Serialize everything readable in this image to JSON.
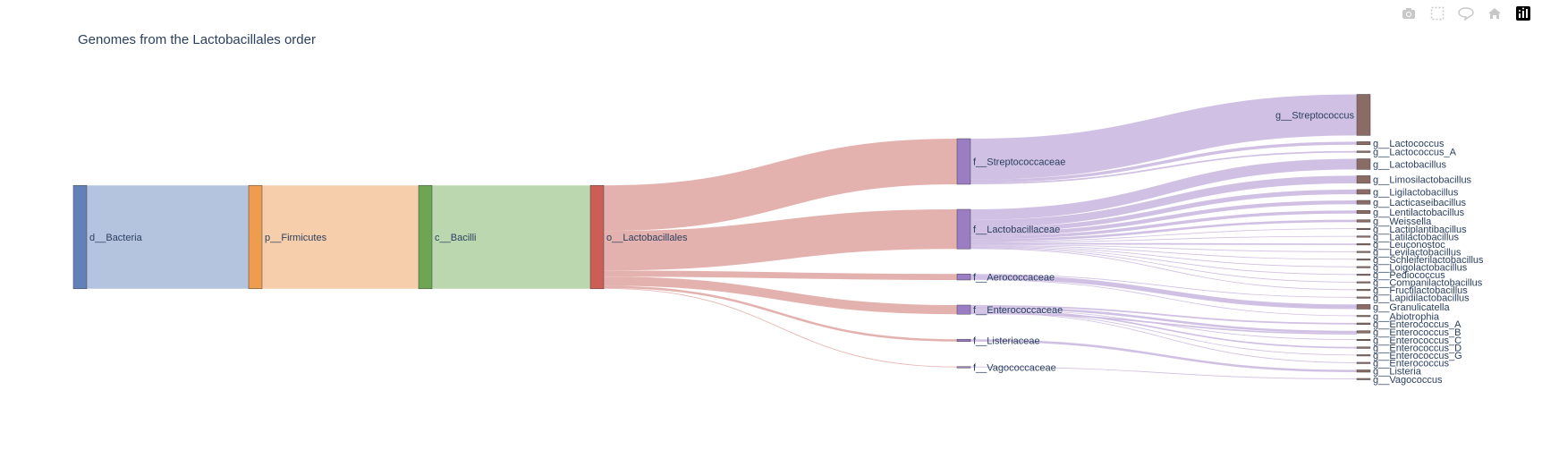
{
  "chart_data": {
    "type": "sankey",
    "title": "Genomes from the Lactobacillales order",
    "nodes": [
      {
        "id": "bacteria",
        "label": "d__Bacteria",
        "value": 136,
        "color": "#6181b8"
      },
      {
        "id": "firmicutes",
        "label": "p__Firmicutes",
        "value": 136,
        "color": "#ee9c4e"
      },
      {
        "id": "bacilli",
        "label": "c__Bacilli",
        "value": 136,
        "color": "#6da552"
      },
      {
        "id": "lactobacillales",
        "label": "o__Lactobacillales",
        "value": 136,
        "color": "#cd5e55"
      },
      {
        "id": "streptococcaceae",
        "label": "f__Streptococcaceae",
        "value": 60,
        "color": "#9b7dc4"
      },
      {
        "id": "lactobacillaceae",
        "label": "f__Lactobacillaceae",
        "value": 52,
        "color": "#9b7dc4"
      },
      {
        "id": "aerococcaceae",
        "label": "f__Aerococcaceae",
        "value": 8,
        "color": "#9b7dc4"
      },
      {
        "id": "enterococcaceae",
        "label": "f__Enterococcaceae",
        "value": 12,
        "color": "#9b7dc4"
      },
      {
        "id": "listeriaceae",
        "label": "f__Listeriaceae",
        "value": 3,
        "color": "#9b7dc4"
      },
      {
        "id": "vagococcaceae",
        "label": "f__Vagococcaceae",
        "value": 1,
        "color": "#9b7dc4"
      },
      {
        "id": "streptococcus",
        "label": "g__Streptococcus",
        "value": 54,
        "color": "#8b6b66"
      },
      {
        "id": "lactococcus",
        "label": "g__Lactococcus",
        "value": 4,
        "color": "#8b6b66"
      },
      {
        "id": "lactococcus_a",
        "label": "g__Lactococcus_A",
        "value": 2,
        "color": "#8b6b66"
      },
      {
        "id": "lactobacillus",
        "label": "g__Lactobacillus",
        "value": 14,
        "color": "#8b6b66"
      },
      {
        "id": "limosilactobacillus",
        "label": "g__Limosilactobacillus",
        "value": 10,
        "color": "#8b6b66"
      },
      {
        "id": "ligilactobacillus",
        "label": "g__Ligilactobacillus",
        "value": 6,
        "color": "#8b6b66"
      },
      {
        "id": "lacticaseibacillus",
        "label": "g__Lacticaseibacillus",
        "value": 5,
        "color": "#8b6b66"
      },
      {
        "id": "lentilactobacillus",
        "label": "g__Lentilactobacillus",
        "value": 4,
        "color": "#8b6b66"
      },
      {
        "id": "weissella",
        "label": "g__Weissella",
        "value": 3,
        "color": "#8b6b66"
      },
      {
        "id": "lactiplantibacillus",
        "label": "g__Lactiplantibacillus",
        "value": 1,
        "color": "#8b6b66"
      },
      {
        "id": "latilactobacillus",
        "label": "g__Latilactobacillus",
        "value": 1,
        "color": "#8b6b66"
      },
      {
        "id": "leuconostoc",
        "label": "g__Leuconostoc",
        "value": 2,
        "color": "#8b6b66"
      },
      {
        "id": "levilactobacillus",
        "label": "g__Levilactobacillus",
        "value": 1,
        "color": "#8b6b66"
      },
      {
        "id": "schleiferilactobacillus",
        "label": "g__Schleiferilactobacillus",
        "value": 1,
        "color": "#8b6b66"
      },
      {
        "id": "loigolactobacillus",
        "label": "g__Loigolactobacillus",
        "value": 1,
        "color": "#8b6b66"
      },
      {
        "id": "pediococcus",
        "label": "g__Pediococcus",
        "value": 1,
        "color": "#8b6b66"
      },
      {
        "id": "companilactobacillus",
        "label": "g__Companilactobacillus",
        "value": 1,
        "color": "#8b6b66"
      },
      {
        "id": "fructilactobacillus",
        "label": "g__Fructilactobacillus",
        "value": 1,
        "color": "#8b6b66"
      },
      {
        "id": "lapidilactobacillus",
        "label": "g__Lapidilactobacillus",
        "value": 1,
        "color": "#8b6b66"
      },
      {
        "id": "granulicatella",
        "label": "g__Granulicatella",
        "value": 6,
        "color": "#8b6b66"
      },
      {
        "id": "abiotrophia",
        "label": "g__Abiotrophia",
        "value": 1,
        "color": "#8b6b66"
      },
      {
        "id": "enterococcus_a",
        "label": "g__Enterococcus_A",
        "value": 2,
        "color": "#8b6b66"
      },
      {
        "id": "enterococcus_b",
        "label": "g__Enterococcus_B",
        "value": 3,
        "color": "#8b6b66"
      },
      {
        "id": "enterococcus_c",
        "label": "g__Enterococcus_C",
        "value": 1,
        "color": "#8b6b66"
      },
      {
        "id": "enterococcus_d",
        "label": "g__Enterococcus_D",
        "value": 2,
        "color": "#8b6b66"
      },
      {
        "id": "enterococcus_g",
        "label": "g__Enterococcus_G",
        "value": 1,
        "color": "#8b6b66"
      },
      {
        "id": "enterococcus",
        "label": "g__Enterococcus",
        "value": 1,
        "color": "#8b6b66"
      },
      {
        "id": "listeria",
        "label": "g__Listeria",
        "value": 3,
        "color": "#8b6b66"
      },
      {
        "id": "vagococcus",
        "label": "g__Vagococcus",
        "value": 1,
        "color": "#8b6b66"
      }
    ],
    "links": [
      {
        "source": "bacteria",
        "target": "firmicutes",
        "value": 136,
        "color": "#b0c1dd"
      },
      {
        "source": "firmicutes",
        "target": "bacilli",
        "value": 136,
        "color": "#f6cba6"
      },
      {
        "source": "bacilli",
        "target": "lactobacillales",
        "value": 136,
        "color": "#b6d5ab"
      },
      {
        "source": "lactobacillales",
        "target": "streptococcaceae",
        "value": 60,
        "color": "#e3aeaa"
      },
      {
        "source": "lactobacillales",
        "target": "lactobacillaceae",
        "value": 52,
        "color": "#e3aeaa"
      },
      {
        "source": "lactobacillales",
        "target": "aerococcaceae",
        "value": 8,
        "color": "#e3aeaa"
      },
      {
        "source": "lactobacillales",
        "target": "enterococcaceae",
        "value": 12,
        "color": "#e3aeaa"
      },
      {
        "source": "lactobacillales",
        "target": "listeriaceae",
        "value": 3,
        "color": "#e3aeaa"
      },
      {
        "source": "lactobacillales",
        "target": "vagococcaceae",
        "value": 1,
        "color": "#e3aeaa"
      },
      {
        "source": "streptococcaceae",
        "target": "streptococcus",
        "value": 54,
        "color": "#cdbde2"
      },
      {
        "source": "streptococcaceae",
        "target": "lactococcus",
        "value": 4,
        "color": "#cdbde2"
      },
      {
        "source": "streptococcaceae",
        "target": "lactococcus_a",
        "value": 2,
        "color": "#cdbde2"
      },
      {
        "source": "lactobacillaceae",
        "target": "lactobacillus",
        "value": 14,
        "color": "#cdbde2"
      },
      {
        "source": "lactobacillaceae",
        "target": "limosilactobacillus",
        "value": 10,
        "color": "#cdbde2"
      },
      {
        "source": "lactobacillaceae",
        "target": "ligilactobacillus",
        "value": 6,
        "color": "#cdbde2"
      },
      {
        "source": "lactobacillaceae",
        "target": "lacticaseibacillus",
        "value": 5,
        "color": "#cdbde2"
      },
      {
        "source": "lactobacillaceae",
        "target": "lentilactobacillus",
        "value": 4,
        "color": "#cdbde2"
      },
      {
        "source": "lactobacillaceae",
        "target": "weissella",
        "value": 3,
        "color": "#cdbde2"
      },
      {
        "source": "lactobacillaceae",
        "target": "lactiplantibacillus",
        "value": 1,
        "color": "#cdbde2"
      },
      {
        "source": "lactobacillaceae",
        "target": "latilactobacillus",
        "value": 1,
        "color": "#cdbde2"
      },
      {
        "source": "lactobacillaceae",
        "target": "leuconostoc",
        "value": 2,
        "color": "#cdbde2"
      },
      {
        "source": "lactobacillaceae",
        "target": "levilactobacillus",
        "value": 1,
        "color": "#cdbde2"
      },
      {
        "source": "lactobacillaceae",
        "target": "schleiferilactobacillus",
        "value": 1,
        "color": "#cdbde2"
      },
      {
        "source": "lactobacillaceae",
        "target": "loigolactobacillus",
        "value": 1,
        "color": "#cdbde2"
      },
      {
        "source": "lactobacillaceae",
        "target": "pediococcus",
        "value": 1,
        "color": "#cdbde2"
      },
      {
        "source": "lactobacillaceae",
        "target": "companilactobacillus",
        "value": 1,
        "color": "#cdbde2"
      },
      {
        "source": "lactobacillaceae",
        "target": "fructilactobacillus",
        "value": 1,
        "color": "#cdbde2"
      },
      {
        "source": "aerococcaceae",
        "target": "lapidilactobacillus",
        "value": 1,
        "color": "#cdbde2"
      },
      {
        "source": "aerococcaceae",
        "target": "granulicatella",
        "value": 6,
        "color": "#cdbde2"
      },
      {
        "source": "aerococcaceae",
        "target": "abiotrophia",
        "value": 1,
        "color": "#cdbde2"
      },
      {
        "source": "enterococcaceae",
        "target": "enterococcus_a",
        "value": 2,
        "color": "#cdbde2"
      },
      {
        "source": "enterococcaceae",
        "target": "enterococcus_b",
        "value": 3,
        "color": "#cdbde2"
      },
      {
        "source": "enterococcaceae",
        "target": "enterococcus_c",
        "value": 1,
        "color": "#cdbde2"
      },
      {
        "source": "enterococcaceae",
        "target": "enterococcus_d",
        "value": 2,
        "color": "#cdbde2"
      },
      {
        "source": "enterococcaceae",
        "target": "enterococcus_g",
        "value": 1,
        "color": "#cdbde2"
      },
      {
        "source": "enterococcaceae",
        "target": "enterococcus",
        "value": 1,
        "color": "#cdbde2"
      },
      {
        "source": "enterococcaceae",
        "target": "enterococcus_b",
        "value": 2,
        "color": "#cdbde2"
      },
      {
        "source": "listeriaceae",
        "target": "listeria",
        "value": 3,
        "color": "#cdbde2"
      },
      {
        "source": "vagococcaceae",
        "target": "vagococcus",
        "value": 1,
        "color": "#cdbde2"
      }
    ]
  },
  "modebar": {
    "buttons": [
      {
        "name": "camera-icon",
        "title": "Download plot as a png"
      },
      {
        "name": "box-select-icon",
        "title": "Box Select"
      },
      {
        "name": "hover-compare-icon",
        "title": "Toggle show closest data on hover"
      },
      {
        "name": "home-icon",
        "title": "Reset view"
      },
      {
        "name": "plotly-logo-icon",
        "title": "Produced with Plotly"
      }
    ]
  }
}
